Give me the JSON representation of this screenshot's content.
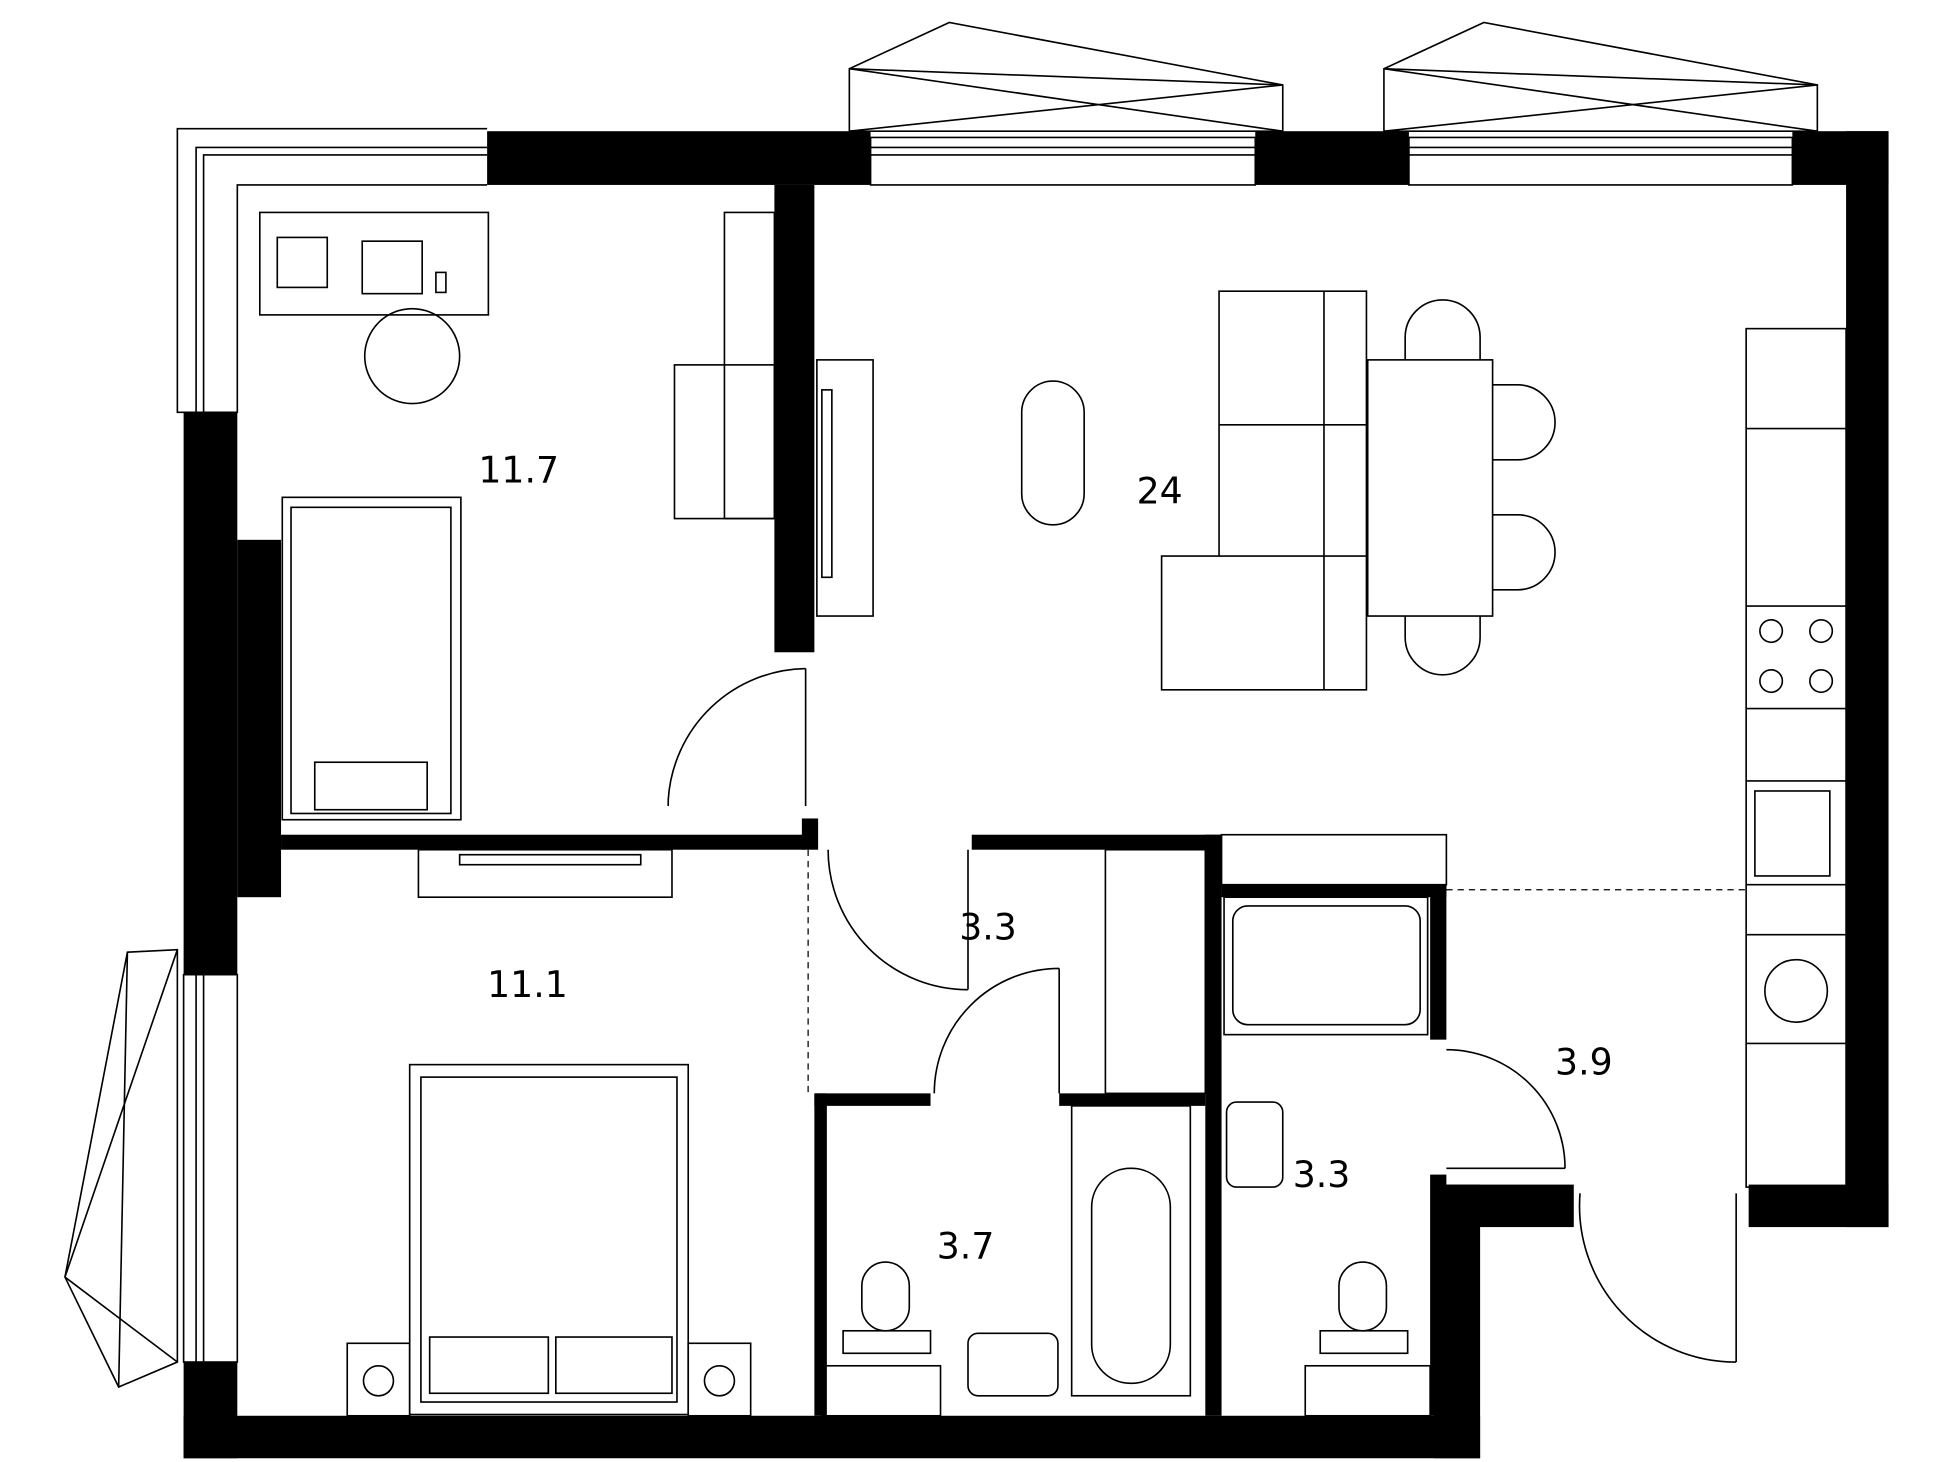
{
  "plan": {
    "rooms": [
      {
        "name": "bedroom-office",
        "area": "11.7"
      },
      {
        "name": "living-kitchen",
        "area": "24"
      },
      {
        "name": "bedroom",
        "area": "11.1"
      },
      {
        "name": "hallway",
        "area": "3.3"
      },
      {
        "name": "entrance-hall",
        "area": "3.9"
      },
      {
        "name": "bathroom-small",
        "area": "3.3"
      },
      {
        "name": "bathroom-large",
        "area": "3.7"
      }
    ],
    "colors": {
      "wall": "#000000",
      "background": "#ffffff"
    }
  }
}
